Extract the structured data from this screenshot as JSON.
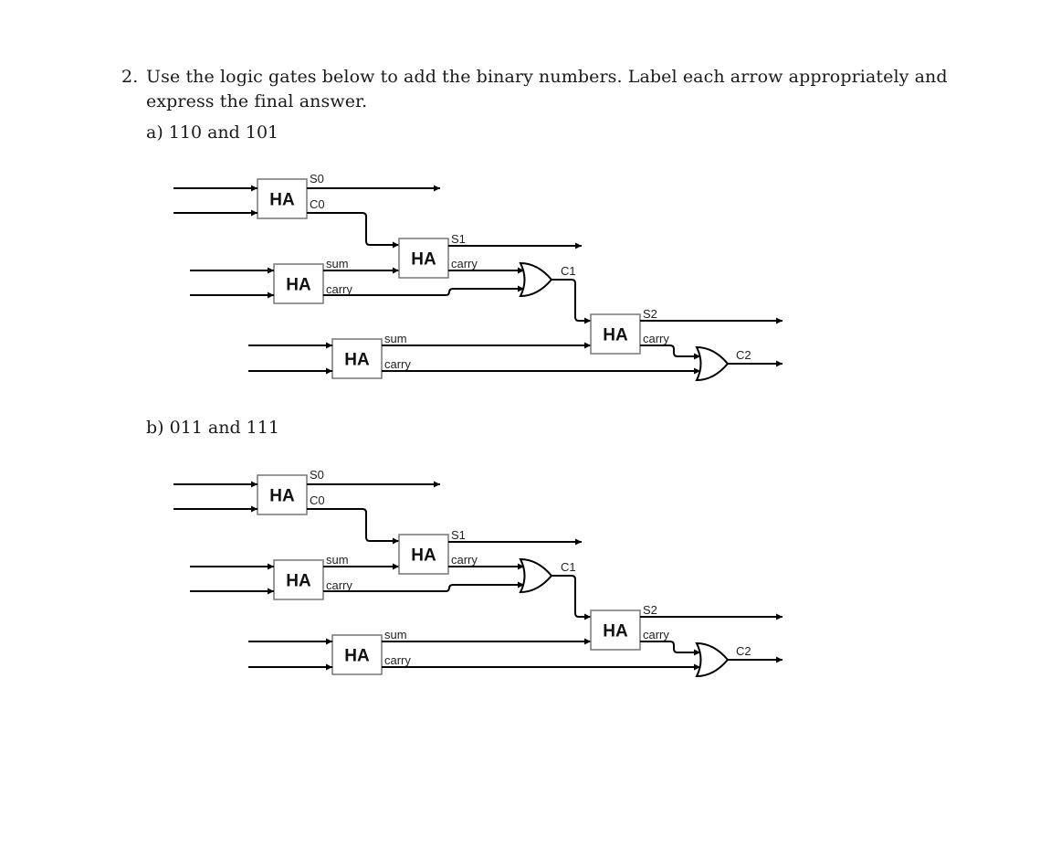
{
  "question": {
    "number": "2.",
    "line1": "Use the logic gates below to add the binary numbers. Label each arrow appropriately and",
    "line2": "express the final answer."
  },
  "parts": [
    {
      "label": "a) 110 and 101"
    },
    {
      "label": "b) 011 and 111"
    }
  ],
  "circuit": {
    "half_adder_label": "HA",
    "ha0": {
      "sum": "S0",
      "carry": "C0"
    },
    "ha_mid": {
      "sum": "S1",
      "carry": "carry"
    },
    "ha1": {
      "sum": "sum",
      "carry": "carry"
    },
    "ha_final": {
      "sum": "S2",
      "carry": "carry"
    },
    "ha2": {
      "sum": "sum",
      "carry": "carry"
    },
    "or1_out": "C1",
    "or2_out": "C2"
  }
}
